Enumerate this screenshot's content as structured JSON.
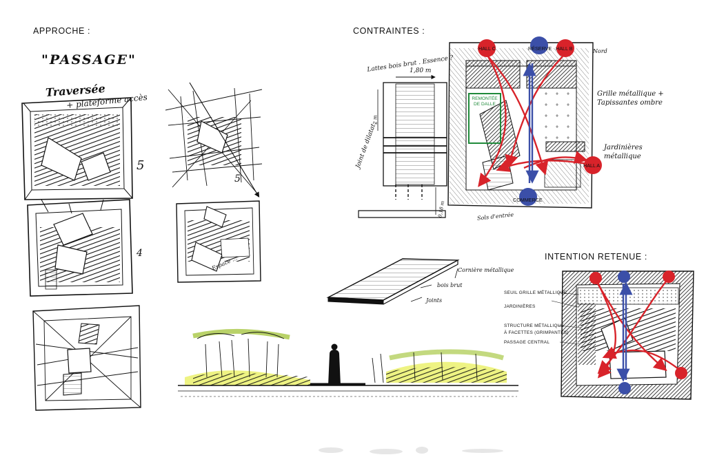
{
  "headings": {
    "approche": "APPROCHE :",
    "contraintes": "CONTRAINTES :",
    "intention": "INTENTION RETENUE :"
  },
  "approche": {
    "title": "\"PASSAGE\"",
    "subtitle_line1": "Traversée",
    "subtitle_line2": "+ plateforme accès",
    "sketch_numbers": [
      "5",
      "5",
      "4"
    ],
    "sketch_note": "Espace ..."
  },
  "contraintes": {
    "note_top": "Lattes bois brut . Essence ?",
    "dimension_width": "1,80 m",
    "dimension_side": "2 m",
    "joint_label": "Joint de dilatat.",
    "ground_note": "Sols d'entrée",
    "bottom_dim": "0,18 m",
    "circles": {
      "hall_c": "HALL C",
      "reserve": "RÉSERVE",
      "hall_b": "HALL B",
      "hall_a": "HALL A",
      "commerce": "COMMERCE"
    },
    "corner_note": "Nord",
    "green_label": "REMONTÉE DE DALLE",
    "note_grille": "Grille métallique + Tapissantes ombre",
    "note_jardinieres": "Jardinières métallique"
  },
  "platform": {
    "label_cornier": "Cornière métallique",
    "label_bois": "bois brut",
    "label_joints": "Joints"
  },
  "intention": {
    "legend": [
      "SEUIL GRILLE MÉTALLIQUE",
      "JARDINIÈRES",
      "STRUCTURE MÉTALLIQUE",
      "À FACETTES (GRIMPANTES)",
      "PASSAGE CENTRAL"
    ]
  },
  "colors": {
    "ink": "#111111",
    "red": "#d8232a",
    "blue": "#3b4fa8",
    "green": "#1f8a3a",
    "yellow_wash": "#e8ef5a"
  }
}
